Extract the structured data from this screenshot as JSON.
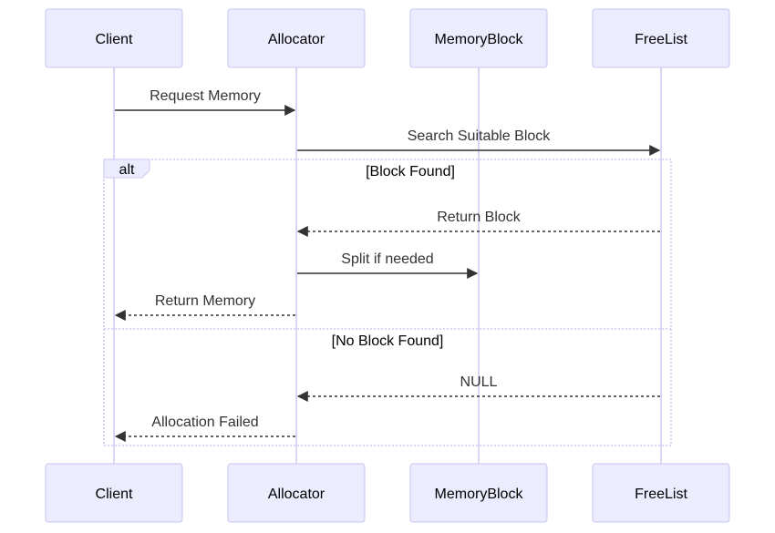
{
  "diagram": {
    "actors": [
      "Client",
      "Allocator",
      "MemoryBlock",
      "FreeList"
    ],
    "messages": [
      {
        "from": 0,
        "to": 1,
        "text": "Request Memory",
        "style": "solid"
      },
      {
        "from": 1,
        "to": 3,
        "text": "Search Suitable Block",
        "style": "solid"
      },
      {
        "from": 3,
        "to": 1,
        "text": "Return Block",
        "style": "dashed"
      },
      {
        "from": 1,
        "to": 2,
        "text": "Split if needed",
        "style": "solid"
      },
      {
        "from": 1,
        "to": 0,
        "text": "Return Memory",
        "style": "dashed"
      },
      {
        "from": 3,
        "to": 1,
        "text": "NULL",
        "style": "dashed"
      },
      {
        "from": 1,
        "to": 0,
        "text": "Allocation Failed",
        "style": "dashed"
      }
    ],
    "alt_block": {
      "label": "alt",
      "sections": [
        "[Block Found]",
        "[No Block Found]"
      ]
    }
  }
}
